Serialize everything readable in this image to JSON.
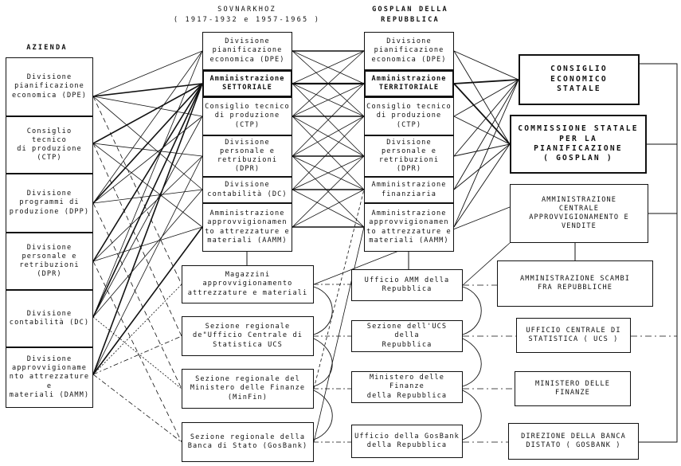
{
  "headers": {
    "azienda": "AZIENDA",
    "sovnarkhoz": "SOVNARKHOZ\n( 1917-1932 e 1957-1965 )",
    "gosplan_rep": "GOSPLAN DELLA\nREPUBBLICA"
  },
  "azienda": [
    "Divisione\npianificazione\neconomica (DPE)",
    "Consiglio tecnico\ndi produzione\n(CTP)",
    "Divisione\nprogrammi di\nproduzione (DPP)",
    "Divisione\npersonale e\nretribuzioni (DPR)",
    "Divisione\ncontabilità (DC)",
    "Divisione\napprovvigioname\nnto attrezzature e\nmateriali (DAMM)"
  ],
  "sovnarkhoz": [
    "Divisione\npianificazione\neconomica (DPE)",
    "Amministrazione\nSETTORIALE",
    "Consiglio tecnico\ndi produzione\n(CTP)",
    "Divisione\npersonale e\nretribuzioni (DPR)",
    "Divisione\ncontabilità (DC)",
    "Amministrazione\napprovvigionamen\nto attrezzature e\nmateriali (AAMM)"
  ],
  "gosplan_rep": [
    "Divisione\npianificazione\neconomica (DPE)",
    "Amministrazione\nTERRITORIALE",
    "Consiglio tecnico\ndi produzione\n(CTP)",
    "Divisione\npersonale e\nretribuzioni (DPR)",
    "Amministrazione\nfinanziaria",
    "Amministrazione\napprovvigionamen\nto attrezzature e\nmateriali (AAMM)"
  ],
  "regional": [
    "Magazzini\napprovvigionamento\nattrezzature e materiali",
    "Sezione regionale\nde\"Ufficio Centrale di\nStatistica UCS",
    "Sezione regionale del\nMinistero delle Finanze\n(MinFin)",
    "Sezione regionale della\nBanca di Stato (GosBank)"
  ],
  "republic": [
    "Ufficio AMM della\nRepubblica",
    "Sezione dell'UCS della\nRepubblica",
    "Ministero delle Finanze\ndella Repubblica",
    "Ufficio della GosBank\ndella Repubblica"
  ],
  "state": [
    "CONSIGLIO\nECONOMICO\nSTATALE",
    "COMMISSIONE STATALE\nPER LA PIANIFICAZIONE\n( GOSPLAN )",
    "AMMINISTRAZIONE\nCENTRALE\nAPPROVVIGIONAMENTO E\nVENDITE",
    "AMMINISTRAZIONE SCAMBI\nFRA REPUBBLICHE",
    "UFFICIO CENTRALE DI\nSTATISTICA ( UCS )",
    "MINISTERO DELLE\nFINANZE",
    "DIREZIONE DELLA BANCA\nDISTATO ( GOSBANK )"
  ]
}
